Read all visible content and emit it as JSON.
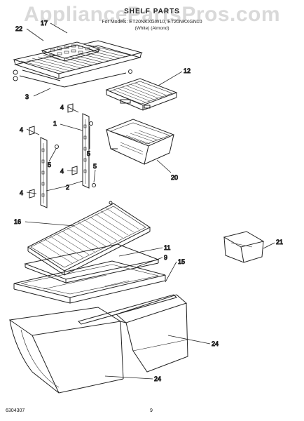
{
  "watermark": "AppliancePartsPros.com",
  "header": {
    "title": "SHELF PARTS",
    "models": "For Models: ET20NKXGW10, ET20NKXGN10",
    "variants": "(White)   (Almond)"
  },
  "callouts": {
    "c22": "22",
    "c17": "17",
    "c3": "3",
    "c12": "12",
    "c4a": "4",
    "c4b": "4",
    "c4c": "4",
    "c4d": "4",
    "c1": "1",
    "c5a": "5",
    "c5b": "5",
    "c5c": "5",
    "c2": "2",
    "c20": "20",
    "c16": "16",
    "c11": "11",
    "c9": "9",
    "c15": "15",
    "c21": "21",
    "c24a": "24",
    "c24b": "24"
  },
  "footer": {
    "left": "6304307",
    "page": "9"
  }
}
